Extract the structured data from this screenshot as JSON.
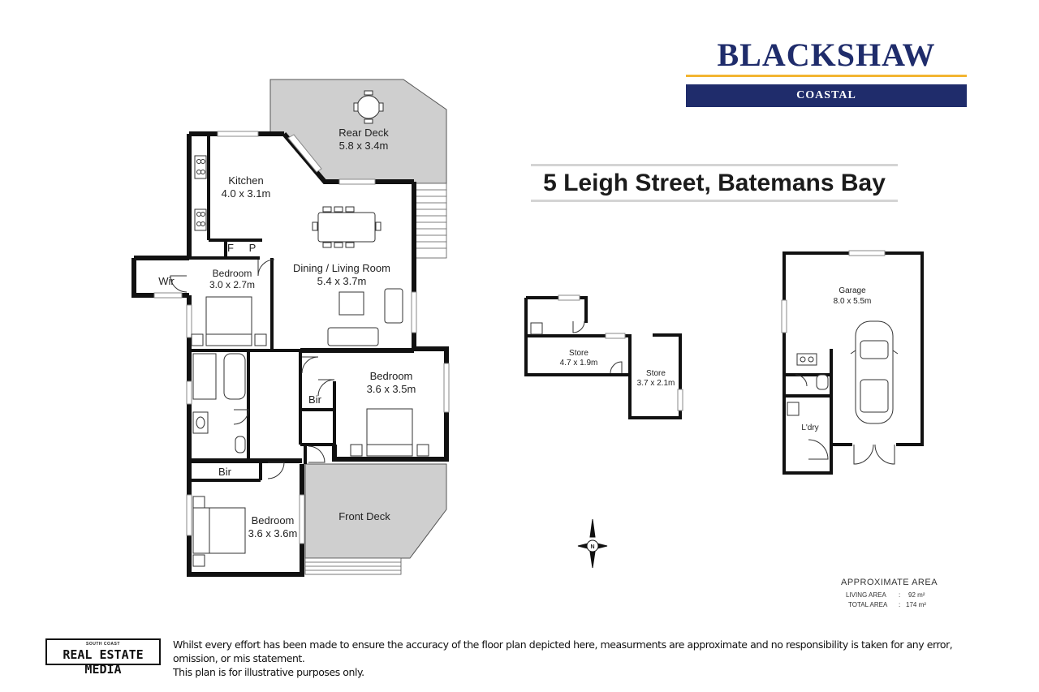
{
  "brand": {
    "name": "BLACKSHAW",
    "subtitle": "COASTAL",
    "navy": "#1f2c6b",
    "gold": "#f3b531"
  },
  "address": "5 Leigh Street, Batemans Bay",
  "rooms": {
    "rear_deck": {
      "name": "Rear Deck",
      "size": "5.8 x 3.4m"
    },
    "kitchen": {
      "name": "Kitchen",
      "size": "4.0 x 3.1m"
    },
    "fridge": "F",
    "pantry": "P",
    "dining": {
      "name": "Dining / Living Room",
      "size": "5.4 x 3.7m"
    },
    "wir": "Wir",
    "bedroom1": {
      "name": "Bedroom",
      "size": "3.0 x 2.7m"
    },
    "bedroom2": {
      "name": "Bedroom",
      "size": "3.6 x 3.5m"
    },
    "bir1": "Bir",
    "bir2": "Bir",
    "bedroom3": {
      "name": "Bedroom",
      "size": "3.6 x 3.6m"
    },
    "front_deck": {
      "name": "Front Deck"
    },
    "store1": {
      "name": "Store",
      "size": "4.7 x 1.9m"
    },
    "store2": {
      "name": "Store",
      "size": "3.7 x 2.1m"
    },
    "garage": {
      "name": "Garage",
      "size": "8.0 x 5.5m"
    },
    "laundry": "L'dry"
  },
  "compass": "N",
  "area": {
    "title": "APPROXIMATE AREA",
    "living_label": "LIVING  AREA",
    "living_value": "92 m²",
    "total_label": "TOTAL AREA",
    "total_value": "174 m²",
    "sep": ":"
  },
  "footer": {
    "logo_small": "SOUTH COAST",
    "logo_big": "REAL ESTATE MEDIA",
    "disclaimer_1": "Whilst every effort has been made to ensure the accuracy of the floor plan depicted here, measurments are approximate and no responsibility is taken for any error, omission, or mis statement.",
    "disclaimer_2": "This plan is for illustrative purposes only."
  },
  "colors": {
    "deck": "#cfcfcf",
    "wall": "#111111",
    "rule": "#d4d4d4"
  }
}
